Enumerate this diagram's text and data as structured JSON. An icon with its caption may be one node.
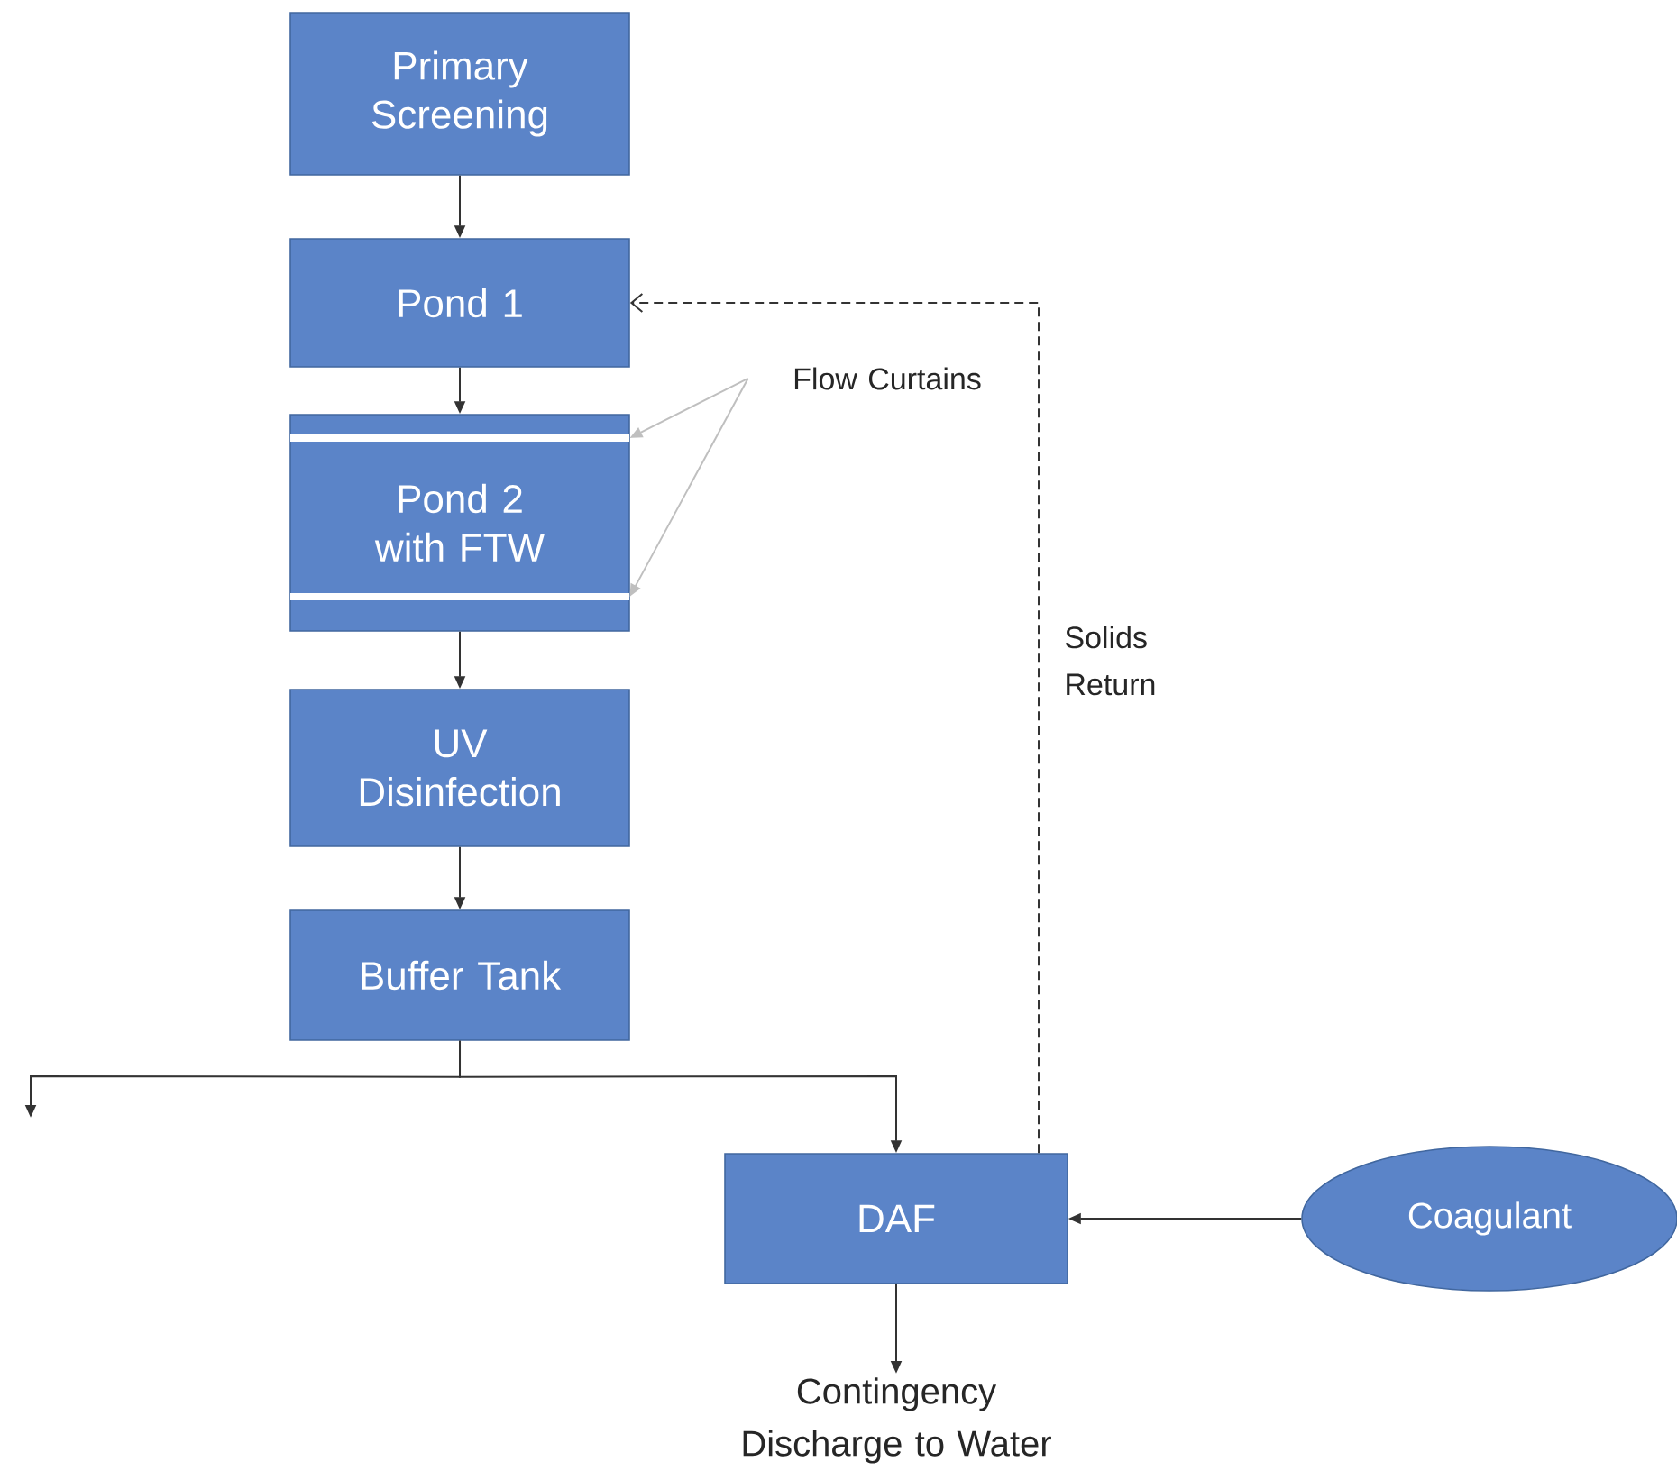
{
  "diagram": {
    "nodes": [
      {
        "text": [
          "Primary Screening"
        ]
      },
      {
        "text": [
          "Pond 1"
        ]
      },
      {
        "text": [
          "Pond 2 with FTW"
        ]
      },
      {
        "text": [],
        "shape": "bar",
        "in": 2
      },
      {
        "text": [],
        "shape": "bar",
        "in": 2
      },
      {
        "text": [
          "Flow Curtains"
        ]
      },
      {
        "text": [
          "UV Disinfection"
        ]
      },
      {
        "text": [
          "Buffer Tank"
        ]
      },
      {
        "text": [
          "DAF"
        ]
      },
      {
        "text": [
          "Coagulant"
        ]
      },
      {
        "text": [
          "Contingency Discharge to Water"
        ]
      }
    ],
    "edges": [
      {
        "from": 0,
        "to": 1,
        "arrow": "to"
      },
      {
        "from": 1,
        "to": 2,
        "arrow": "to"
      },
      {
        "from": 2,
        "to": 6,
        "arrow": "to"
      },
      {
        "from": 6,
        "to": 7,
        "arrow": "to"
      },
      {
        "from": 7,
        "to": null,
        "arrow": "to"
      },
      {
        "from": 7,
        "to": 8,
        "arrow": "to"
      },
      {
        "from": 9,
        "to": 8,
        "arrow": "to"
      },
      {
        "from": 8,
        "to": 10,
        "arrow": "to"
      },
      {
        "from": 8,
        "to": 1,
        "arrow": "to",
        "style": "dashed",
        "label": "Solids Return"
      },
      {
        "from": 5,
        "to": 3,
        "arrow": "to",
        "color": "#bfbfbf"
      },
      {
        "from": 5,
        "to": 4,
        "arrow": "to",
        "color": "#bfbfbf"
      }
    ]
  }
}
